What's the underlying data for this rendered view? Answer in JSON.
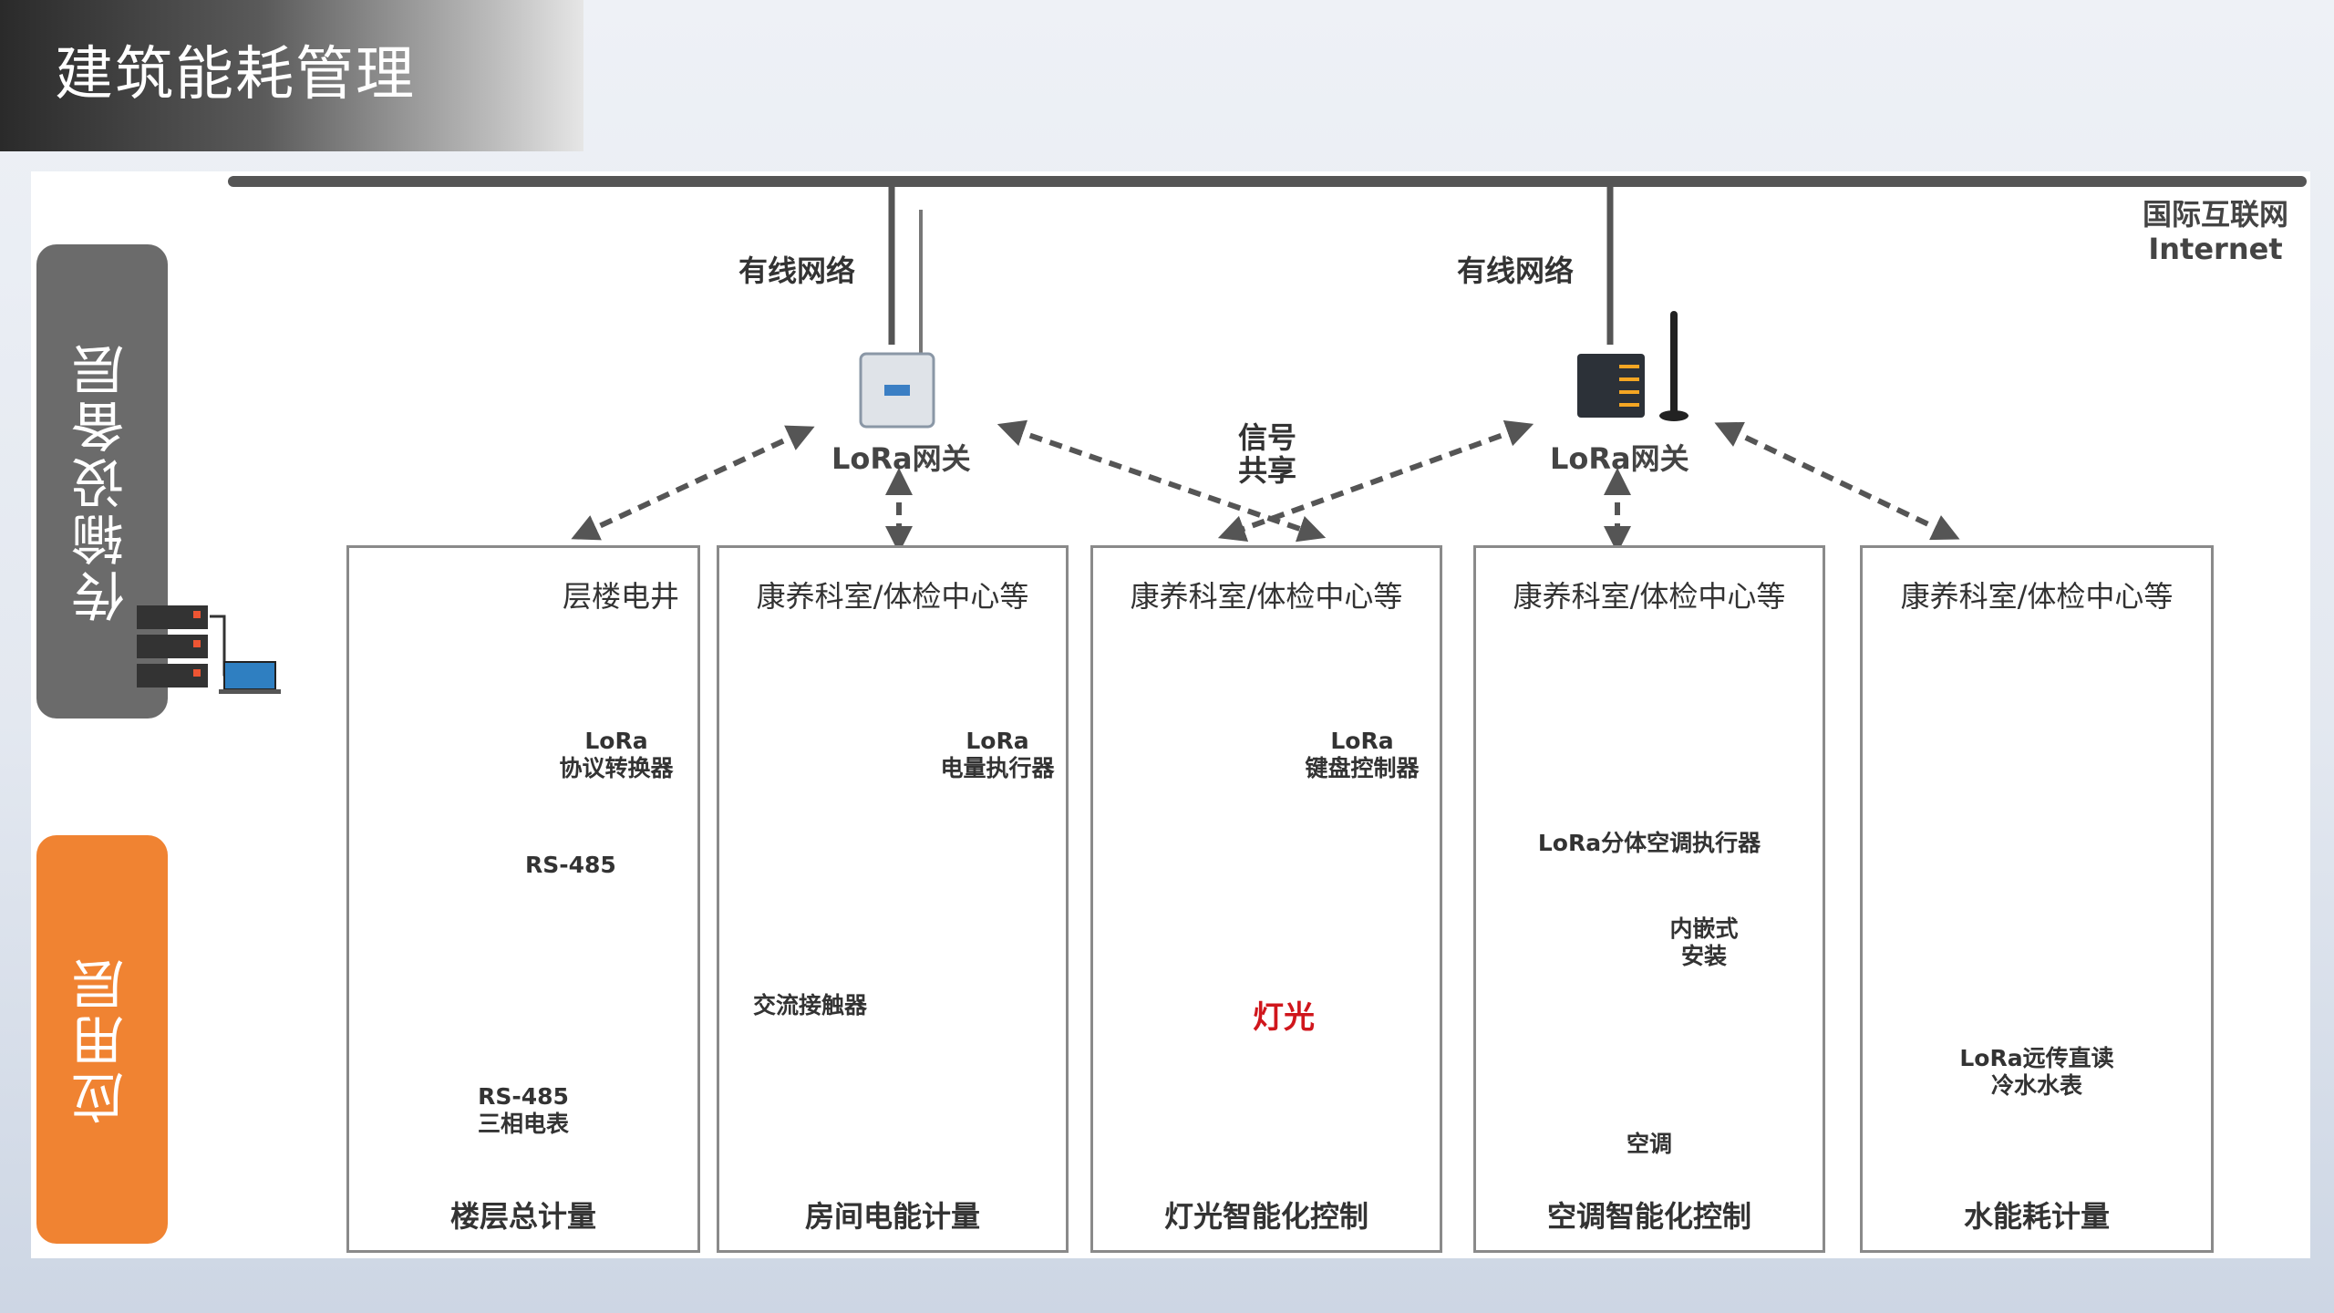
{
  "title": "建筑能耗管理",
  "layers": {
    "transmission": "传输设备层",
    "application": "应用层"
  },
  "internet": {
    "line1": "国际互联网",
    "line2": "Internet"
  },
  "network": {
    "wired_left": "有线网络",
    "wired_right": "有线网络"
  },
  "gateways": {
    "left": "LoRa网关",
    "right": "LoRa网关"
  },
  "signal_share": {
    "line1": "信号",
    "line2": "共享"
  },
  "boxes": [
    {
      "head": "层楼电井",
      "foot": "楼层总计量",
      "devices": {
        "converter_l1": "LoRa",
        "converter_l2": "协议转换器",
        "rs485": "RS-485",
        "meter_l1": "RS-485",
        "meter_l2": "三相电表"
      }
    },
    {
      "head": "康养科室/体检中心等",
      "foot": "房间电能计量",
      "devices": {
        "actuator_l1": "LoRa",
        "actuator_l2": "电量执行器",
        "contactor": "交流接触器"
      }
    },
    {
      "head": "康养科室/体检中心等",
      "foot": "灯光智能化控制",
      "devices": {
        "keypad_l1": "LoRa",
        "keypad_l2": "键盘控制器",
        "light": "灯光"
      }
    },
    {
      "head": "康养科室/体检中心等",
      "foot": "空调智能化控制",
      "devices": {
        "ac_actuator": "LoRa分体空调执行器",
        "embed_l1": "内嵌式",
        "embed_l2": "安装",
        "ac": "空调"
      }
    },
    {
      "head": "康养科室/体检中心等",
      "foot": "水能耗计量",
      "devices": {
        "water_l1": "LoRa远传直读",
        "water_l2": "冷水水表"
      }
    }
  ],
  "colors": {
    "accent_orange": "#f08332",
    "layer_gray": "#6b6b6b",
    "light_red": "#d0161c"
  }
}
